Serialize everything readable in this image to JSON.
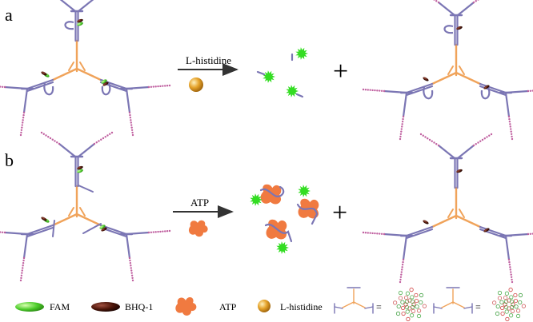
{
  "panels": {
    "a": {
      "label": "a",
      "reagent": "L-histidine"
    },
    "b": {
      "label": "b",
      "reagent": "ATP"
    }
  },
  "operator": "+",
  "legend": {
    "fam": "FAM",
    "bhq": "BHQ-1",
    "atp": "ATP",
    "his": "L-histidine",
    "equals": "="
  },
  "colors": {
    "arm": "#7b76b4",
    "core": "#f0a35a",
    "dot": "#c060a0",
    "fam": "#33dd22",
    "bhq": "#3a1008",
    "atp": "#f07a40",
    "his": "#e6a32a",
    "arrow": "#333333"
  }
}
